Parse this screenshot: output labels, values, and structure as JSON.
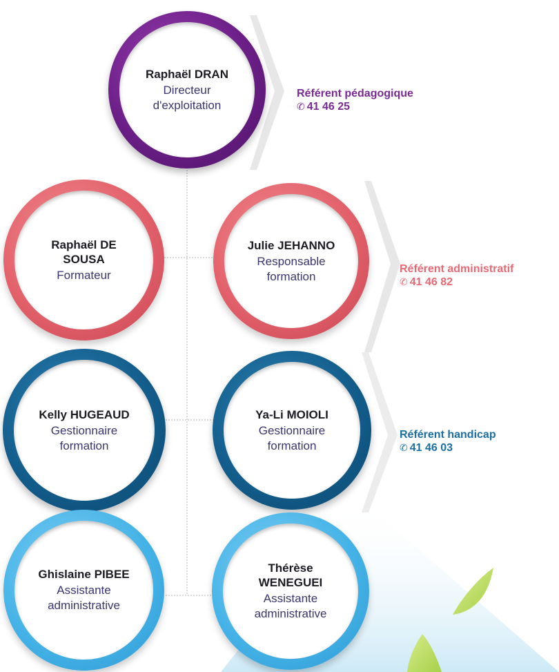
{
  "colors": {
    "purple": "#6a1e86",
    "coral": "#e2606a",
    "navy": "#135d8c",
    "sky": "#45b3e7",
    "role_text": "#3a356e",
    "connector": "#b5b5b5"
  },
  "director": {
    "name": "Raphaël DRAN",
    "role": "Directeur d'exploitation"
  },
  "trainer": {
    "name": "Raphaël DE SOUSA",
    "role": "Formateur"
  },
  "training_manager": {
    "name": "Julie JEHANNO",
    "role": "Responsable formation"
  },
  "kelly": {
    "name": "Kelly HUGEAUD",
    "role": "Gestionnaire formation"
  },
  "yali": {
    "name": "Ya-Li MOIOLI",
    "role": "Gestionnaire formation"
  },
  "ghislaine": {
    "name": "Ghislaine PIBEE",
    "role": "Assistante administrative"
  },
  "therese": {
    "name": "Thérèse WENEGUEI",
    "role": "Assistante administrative"
  },
  "referents": {
    "pedagogique": {
      "title": "Référent pédagogique",
      "phone": "41 46 25",
      "icon": "phone-icon"
    },
    "administratif": {
      "title": "Référent administratif",
      "phone": "41 46 82",
      "icon": "phone-icon"
    },
    "handicap": {
      "title": "Référent handicap",
      "phone": "41 46 03",
      "icon": "phone-icon"
    }
  }
}
